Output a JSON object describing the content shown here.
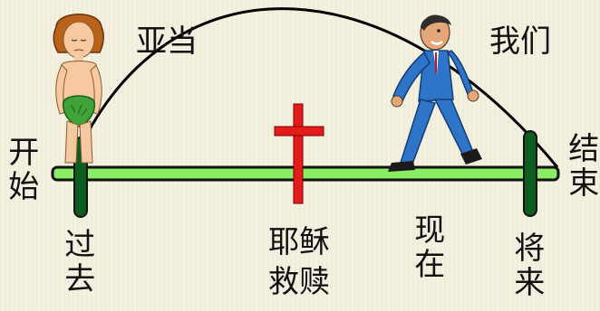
{
  "labels": {
    "adam": "亚当",
    "us": "我们",
    "start": "开始",
    "end": "结束",
    "past": "过去",
    "jesus_redemption": "耶稣救赎",
    "present": "现在",
    "future": "将来"
  },
  "icons": {
    "adam_figure": "adam-figure-icon",
    "man_figure": "walking-businessman-icon",
    "cross": "red-cross-icon"
  },
  "colors": {
    "timeline": "#88ee66",
    "marker": "#0b5e1e",
    "cross": "#e51c1c",
    "arc": "#000000"
  }
}
